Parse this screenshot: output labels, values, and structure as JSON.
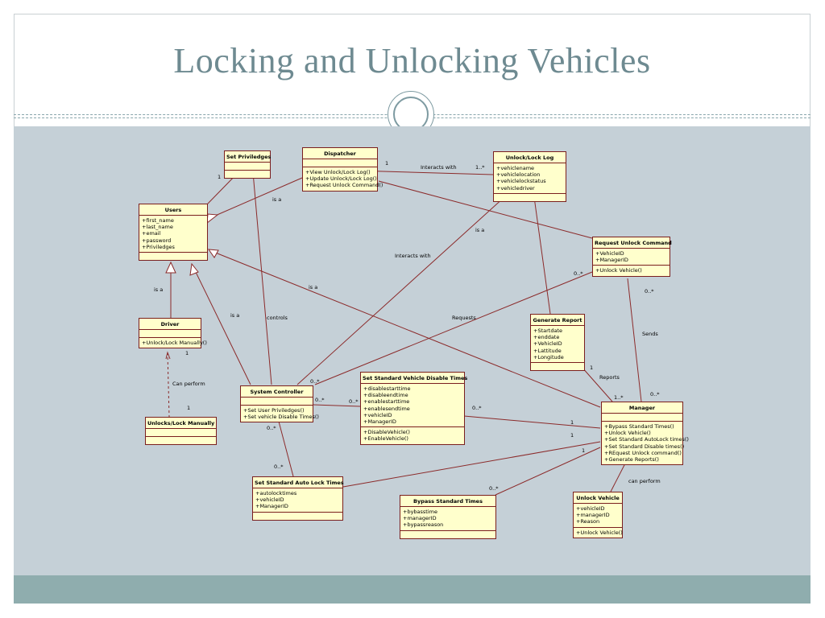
{
  "slide": {
    "title": "Locking and Unlocking Vehicles"
  },
  "classes": {
    "set_priviledges": {
      "name": "Set Priviledges",
      "attributes": [],
      "operations": []
    },
    "dispatcher": {
      "name": "Dispatcher",
      "attributes": [],
      "operations": [
        "+View Unlock/Lock Log()",
        "+Update Unlock/Lock Log()",
        "+Request Unlock Command()"
      ]
    },
    "unlock_lock_log": {
      "name": "Unlock/Lock Log",
      "attributes": [
        "+vehiclename",
        "+vehiclelocation",
        "+vehiclelockstatus",
        "+vehicledriver"
      ],
      "operations": []
    },
    "users": {
      "name": "Users",
      "attributes": [
        "+first_name",
        "+last_name",
        "+email",
        "+password",
        "+Priviledges"
      ],
      "operations": []
    },
    "request_unlock_command": {
      "name": "Request Unlock Command",
      "attributes": [
        "+VehicleID",
        "+ManagerID"
      ],
      "operations": [
        "+Unlock Vehicle()"
      ]
    },
    "driver": {
      "name": "Driver",
      "attributes": [],
      "operations": [
        "+Unlock/Lock Manually()"
      ]
    },
    "generate_report": {
      "name": "Generate Report",
      "attributes": [
        "+Startdate",
        "+enddate",
        "+VehicleID",
        "+Lattitude",
        "+Longitude"
      ],
      "operations": []
    },
    "set_standard_vehicle_disable_times": {
      "name": "Set Standard Vehicle Disable Times",
      "attributes": [
        "+disablestarttime",
        "+disableendtime",
        "+enablestarttime",
        "+enablesendtime",
        "+vehicleID",
        "+ManagerID"
      ],
      "operations": [
        "+DisableVehicle()",
        "+EnableVehicle()"
      ]
    },
    "system_controller": {
      "name": "System Controller",
      "attributes": [],
      "operations": [
        "+Set User Priviledges()",
        "+Set vehicle Disable Times()"
      ]
    },
    "manager": {
      "name": "Manager",
      "attributes": [],
      "operations": [
        "+Bypass Standard Times()",
        "+Unlock Vehicle()",
        "+Set Standard AutoLock times()",
        "+Set Standard Disable times()",
        "+REquest Unlock command()",
        "+Generate Reports()"
      ]
    },
    "unlocks_lock_manually": {
      "name": "Unlocks/Lock Manually",
      "attributes": [],
      "operations": []
    },
    "set_standard_auto_lock_times": {
      "name": "Set Standard Auto Lock Times",
      "attributes": [
        "+autolocktimes",
        "+vehicleID",
        "+ManagerID"
      ],
      "operations": []
    },
    "bypass_standard_times": {
      "name": "Bypass Standard Times",
      "attributes": [
        "+bybasstime",
        "+managerID",
        "+bypassreason"
      ],
      "operations": []
    },
    "unlock_vehicle": {
      "name": "Unlock Vehicle",
      "attributes": [
        "+vehicleID",
        "+managerID",
        "+Reason"
      ],
      "operations": [
        "+Unlock Vehicle()"
      ]
    }
  },
  "labels": {
    "interacts_with_top": "Interacts with",
    "mult_dispatcher_1": "1",
    "mult_log_1n": "1..*",
    "is_a_dispatcher": "is a",
    "is_a_log": "is a",
    "mult_setpriv_1": "1",
    "interacts_with_mid": "Interacts with",
    "mult_request_0n": "0..*",
    "mult_request_bottom_0n": "0..*",
    "is_a_driver": "is a",
    "is_a_manager": "is a",
    "is_a_syscontrol": "is a",
    "controls": "controls",
    "requests": "Requests",
    "sends": "Sends",
    "mult_driver_1": "1",
    "can_perform_driver": "Can perform",
    "mult_unlocks_1": "1",
    "mult_sc_0n_a": "0..*",
    "mult_sc_0n_b": "0..*",
    "mult_vdt_0n_left": "0..*",
    "mult_vdt_0n_right": "0..*",
    "mult_report_1": "1",
    "reports": "Reports",
    "mult_manager_1n": "1..*",
    "mult_manager_0n_top": "0..*",
    "mult_manager_1_a": "1",
    "mult_manager_1_b": "1",
    "mult_manager_1_c": "1",
    "mult_sc_bottom_0n": "0..*",
    "mult_autolock_0n": "0..*",
    "mult_bypass_0n": "0..*",
    "can_perform_manager": "can perform"
  },
  "colors": {
    "title": "#6e8a91",
    "canvas": "#c5d0d7",
    "footer": "#8fadae",
    "class_fill": "#ffffcc",
    "class_border": "#7a1e1e",
    "edge": "#8b2a2a"
  }
}
